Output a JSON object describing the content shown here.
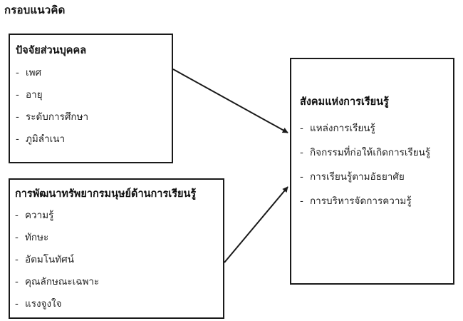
{
  "diagram": {
    "heading": "กรอบแนวคิด",
    "personal_factors": {
      "title": "ปัจจัยส่วนบุคคล",
      "items": [
        "เพศ",
        "อายุ",
        "ระดับการศึกษา",
        "ภูมิลำเนา"
      ]
    },
    "human_resource_development": {
      "title": "การพัฒนาทรัพยากรมนุษย์ด้านการเรียนรู้",
      "items": [
        "ความรู้",
        "ทักษะ",
        "อัตมโนทัศน์",
        "คุณลักษณะเฉพาะ",
        "แรงจูงใจ"
      ]
    },
    "learning_society": {
      "title": "สังคมแห่งการเรียนรู้",
      "items": [
        "แหล่งการเรียนรู้",
        "กิจกรรมที่ก่อให้เกิดการเรียนรู้",
        "การเรียนรู้ตามอัธยาศัย",
        "การบริหารจัดการความรู้"
      ]
    },
    "colors": {
      "line": "#1a1a1a",
      "text": "#111111",
      "background": "#ffffff"
    }
  }
}
